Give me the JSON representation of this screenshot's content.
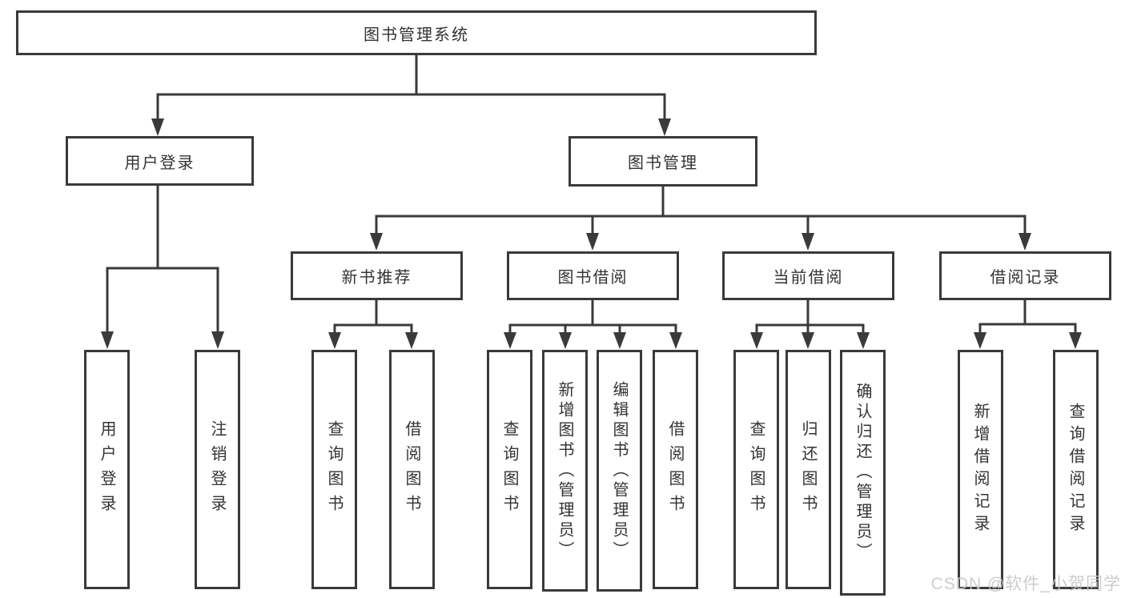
{
  "tree": {
    "root": "图书管理系统",
    "branches": [
      {
        "label": "用户登录",
        "children": [
          "用户登录",
          "注销登录"
        ]
      },
      {
        "label": "图书管理",
        "children": [
          {
            "label": "新书推荐",
            "children": [
              "查询图书",
              "借阅图书"
            ]
          },
          {
            "label": "图书借阅",
            "children": [
              "查询图书",
              "新增图书（管理员）",
              "编辑图书（管理员）",
              "借阅图书"
            ]
          },
          {
            "label": "当前借阅",
            "children": [
              "查询图书",
              "归还图书",
              "确认归还（管理员）"
            ]
          },
          {
            "label": "借阅记录",
            "children": [
              "新增借阅记录",
              "查询借阅记录"
            ]
          }
        ]
      }
    ]
  },
  "watermark": "CSDN @软件_小贺同学",
  "colors": {
    "line": "#3a3a3a",
    "text": "#333333",
    "box_background": "#ffffff",
    "watermark": "#c8c8c8",
    "page_background": "#ffffff"
  }
}
